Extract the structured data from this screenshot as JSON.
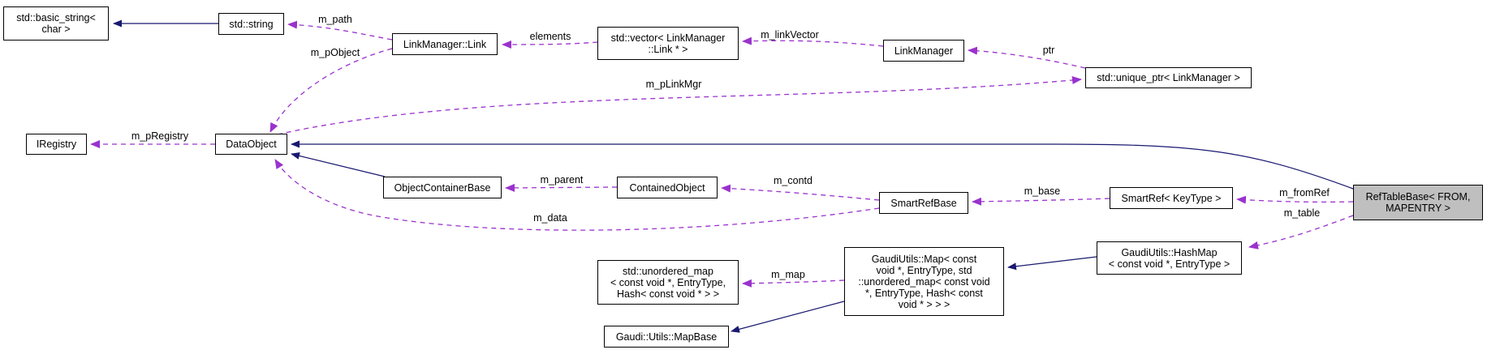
{
  "diagram": {
    "kind": "collaboration-graph",
    "colors": {
      "inheritance_edge": "#191970",
      "usage_edge": "#9a32cd",
      "node_border": "#000000",
      "node_background": "#ffffff",
      "focus_node_background": "#bfbfbf"
    },
    "nodes": {
      "basic_string": "std::basic_string<\nchar >",
      "std_string": "std::string",
      "link": "LinkManager::Link",
      "vector_links": "std::vector< LinkManager\n::Link * >",
      "link_manager": "LinkManager",
      "unique_ptr": "std::unique_ptr< LinkManager >",
      "iregistry": "IRegistry",
      "data_object": "DataObject",
      "object_container_base": "ObjectContainerBase",
      "contained_object": "ContainedObject",
      "smart_ref_base": "SmartRefBase",
      "smart_ref": "SmartRef< KeyType >",
      "ref_table_base": "RefTableBase< FROM,\nMAPENTRY >",
      "hash_map": "GaudiUtils::HashMap\n< const void *, EntryType >",
      "gaudi_map": "GaudiUtils::Map< const\nvoid *, EntryType, std\n::unordered_map< const void\n*, EntryType, Hash< const\nvoid * > > >",
      "unordered_map": "std::unordered_map\n< const void *, EntryType,\nHash< const void * > >",
      "map_base": "Gaudi::Utils::MapBase"
    },
    "edge_labels": {
      "m_path": "m_path",
      "m_pObject": "m_pObject",
      "elements": "elements",
      "m_linkVector": "m_linkVector",
      "ptr": "ptr",
      "m_pLinkMgr": "m_pLinkMgr",
      "m_pRegistry": "m_pRegistry",
      "m_parent": "m_parent",
      "m_contd": "m_contd",
      "m_base": "m_base",
      "m_fromRef": "m_fromRef",
      "m_table": "m_table",
      "m_data": "m_data",
      "m_map": "m_map"
    }
  }
}
